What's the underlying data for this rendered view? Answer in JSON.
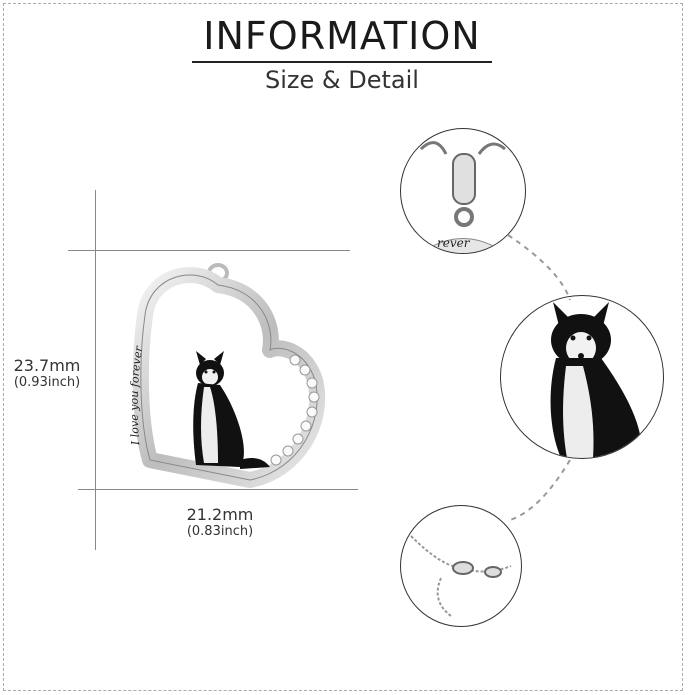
{
  "header": {
    "title": "INFORMATION",
    "subtitle": "Size & Detail"
  },
  "dimensions": {
    "height_mm": "23.7mm",
    "height_inch": "(0.93inch)",
    "width_mm": "21.2mm",
    "width_inch": "(0.83inch)"
  },
  "pendant": {
    "engraving": "I love you forever"
  },
  "detail_circles": [
    {
      "name": "bail-closeup",
      "engraving_fragment": "rever"
    },
    {
      "name": "husky-closeup"
    },
    {
      "name": "clasp-closeup"
    }
  ],
  "colors": {
    "silver": "#d9d9d9",
    "black_enamel": "#111111",
    "text": "#222222"
  }
}
